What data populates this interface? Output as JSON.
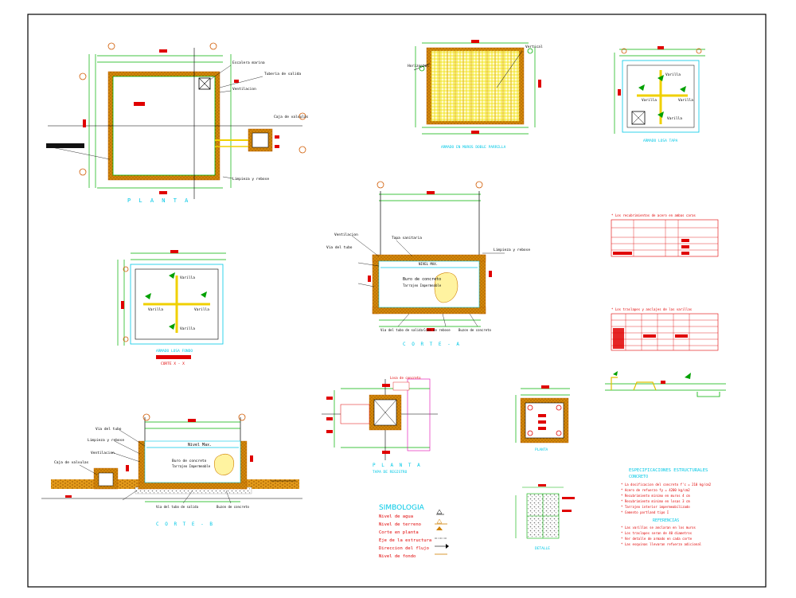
{
  "drawing": {
    "views": {
      "plan_title": "P L A N T A",
      "cut_a_title": "C O R T E - A",
      "cut_b_title": "C O R T E - B",
      "wall_mesh_title": "ARMADO EN MUROS DOBLE PARRILLA",
      "lid_slab_title": "ARMADO LOSA TAPA",
      "bottom_slab_title": "ARMADO LOSA FONDO",
      "bottom_slab_sub": "CORTE X - X",
      "valve_box_title": "P L A N T A",
      "valve_box_sub": "TAPA DE REGISTRO",
      "small_plan_title": "PLANTA",
      "small_detail_title": "DETALLE"
    },
    "annotations": {
      "cut_a_ventilation": "Ventilacion",
      "cut_a_manhole": "Tapa sanitaria",
      "cut_a_overflow": "Limpieza y rebose",
      "cut_a_water_level": "NIVEL MAX.",
      "cut_a_inlet": "Via del tubo",
      "cut_a_concrete": "Buro de concreto",
      "cut_a_mortar": "Tarrajeo Impermeable",
      "cut_a_bottom1": "Via del tubo de salida",
      "cut_a_bottom2": "Cono de rebose",
      "cut_a_bottom3": "Buzon de concreto",
      "cut_b_level": "Nivel Max.",
      "cut_b_concrete": "Buro de concreto",
      "plan_note1": "Escalera marina",
      "plan_note2": "Tuberia de salida",
      "plan_note3": "Ventilacion",
      "plan_note4": "Caja de valvulas",
      "plan_note5": "Limpieza y rebose",
      "vertical_label": "Vertical",
      "horizontal_label": "Horizontal",
      "lid_label": "Varilla",
      "valve_box_note": "Losa de concreto"
    },
    "legend": {
      "title": "SIMBOLOGIA",
      "rows": [
        "Nivel de agua",
        "Nivel de terreno",
        "Corte en planta",
        "Eje de la estructura",
        "Direccion del flujo",
        "Nivel de fondo"
      ]
    },
    "specs": {
      "title": "ESPECIFICACIONES ESTRUCTURALES",
      "subtitle": "CONCRETO",
      "lines": [
        "* La dosificacion del concreto f'c = 210 kg/cm2",
        "* Acero de refuerzo fy = 4200 kg/cm2",
        "* Recubrimiento minimo en muros 4 cm",
        "* Recubrimiento minimo en losas 3 cm",
        "* Tarrajeo interior impermeabilizado",
        "* Cemento portland tipo I"
      ],
      "subtitle2": "REFERENCIAS",
      "lines2": [
        "* Las varillas se anclaran en los muros",
        "* Los traslapes seran de 40 diametros",
        "* Ver detalle de armado en cada corte",
        "* Las esquinas llevaran refuerzo adicional"
      ]
    },
    "tables": {
      "table1_note": "* Los recubrimientos de acero en ambas caras",
      "table2_note": "* Los traslapes y anclajes de las varillas"
    }
  }
}
